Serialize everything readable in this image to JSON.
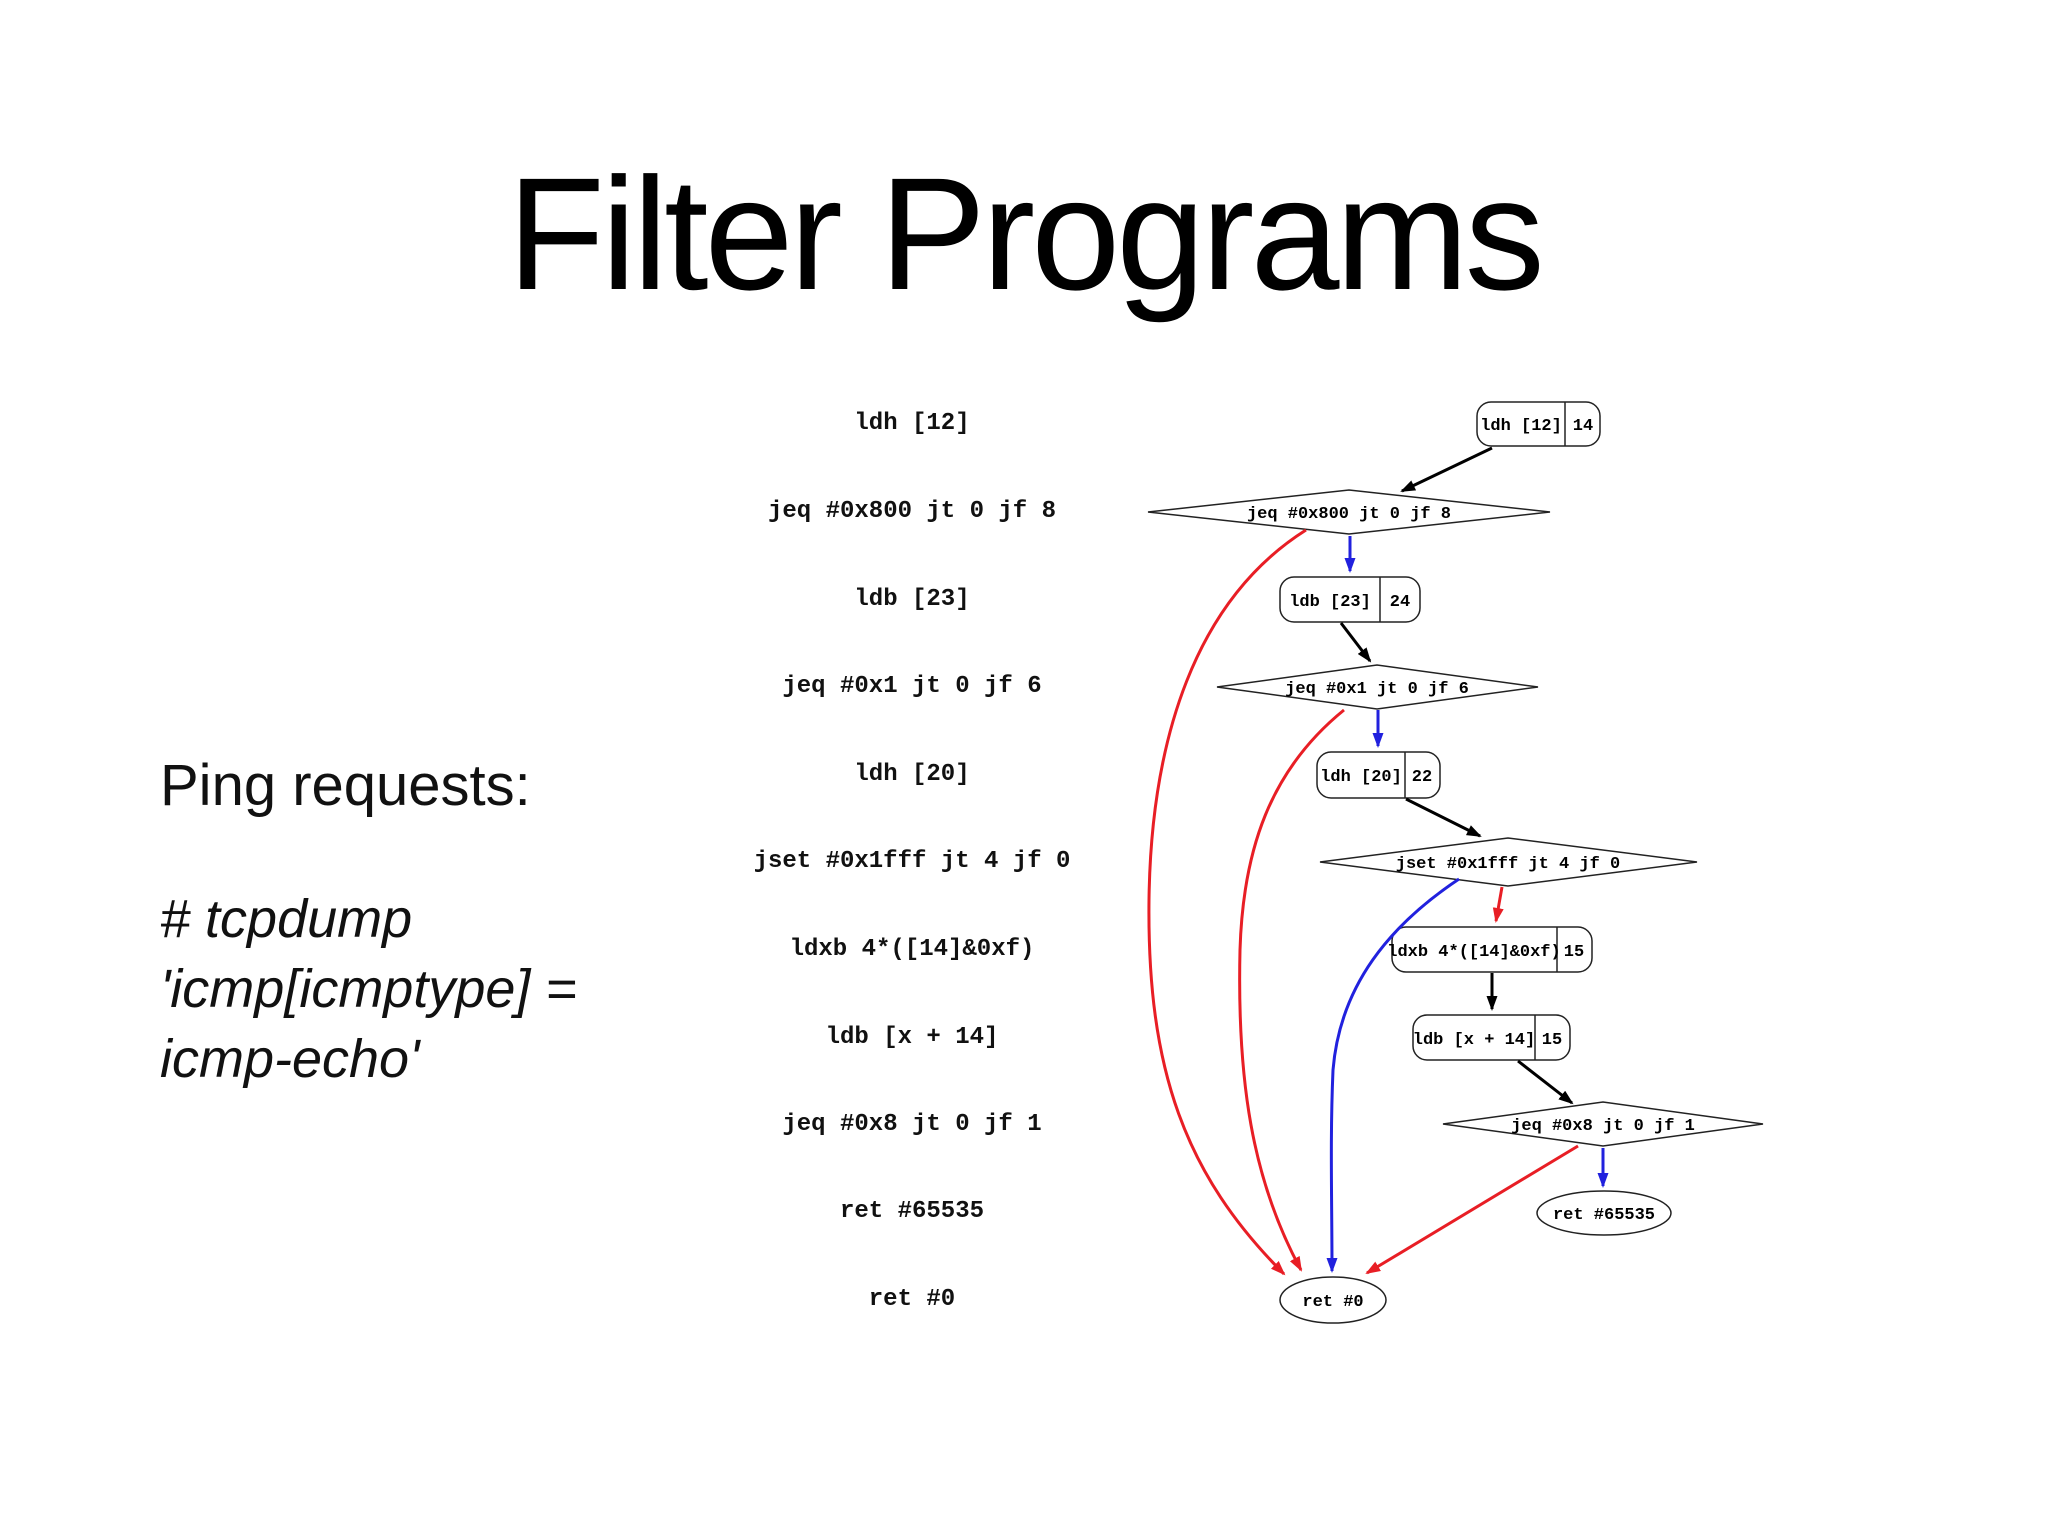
{
  "slide": {
    "title": "Filter Programs",
    "left_heading": "Ping requests:",
    "command_lines": [
      "# tcpdump",
      "'icmp[icmptype] =",
      "icmp-echo'"
    ]
  },
  "instructions": {
    "list": [
      "ldh [12]",
      "jeq #0x800 jt 0 jf 8",
      "ldb [23]",
      "jeq #0x1 jt 0 jf 6",
      "ldh [20]",
      "jset #0x1fff jt 4 jf 0",
      "ldxb 4*([14]&0xf)",
      "ldb [x + 14]",
      "jeq #0x8 jt 0 jf 1",
      "ret #65535",
      "ret #0"
    ]
  },
  "graph": {
    "edge_colors": {
      "sequential": "#000000",
      "jump_true": "#2121de",
      "jump_false": "#e81e25"
    },
    "nodes": [
      {
        "type": "record",
        "label": "ldh [12]",
        "value": "14"
      },
      {
        "type": "diamond",
        "label": "jeq #0x800 jt 0 jf 8"
      },
      {
        "type": "record",
        "label": "ldb [23]",
        "value": "24"
      },
      {
        "type": "diamond",
        "label": "jeq #0x1 jt 0 jf 6"
      },
      {
        "type": "record",
        "label": "ldh [20]",
        "value": "22"
      },
      {
        "type": "diamond",
        "label": "jset #0x1fff jt 4 jf 0"
      },
      {
        "type": "record",
        "label": "ldxb 4*([14]&0xf)",
        "value": "15"
      },
      {
        "type": "record",
        "label": "ldb [x + 14]",
        "value": "15"
      },
      {
        "type": "diamond",
        "label": "jeq #0x8 jt 0 jf 1"
      },
      {
        "type": "ellipse",
        "label": "ret #65535"
      },
      {
        "type": "ellipse",
        "label": "ret #0"
      }
    ],
    "edges": [
      {
        "from": "ldh [12]",
        "to": "jeq #0x800",
        "kind": "sequential"
      },
      {
        "from": "jeq #0x800",
        "to": "ldb [23]",
        "kind": "jump_true"
      },
      {
        "from": "jeq #0x800",
        "to": "ret #0",
        "kind": "jump_false"
      },
      {
        "from": "ldb [23]",
        "to": "jeq #0x1",
        "kind": "sequential"
      },
      {
        "from": "jeq #0x1",
        "to": "ldh [20]",
        "kind": "jump_true"
      },
      {
        "from": "jeq #0x1",
        "to": "ret #0",
        "kind": "jump_false"
      },
      {
        "from": "ldh [20]",
        "to": "jset #0x1fff",
        "kind": "sequential"
      },
      {
        "from": "jset #0x1fff",
        "to": "ret #0",
        "kind": "jump_true"
      },
      {
        "from": "jset #0x1fff",
        "to": "ldxb 4*([14]&0xf)",
        "kind": "jump_false"
      },
      {
        "from": "ldxb 4*([14]&0xf)",
        "to": "ldb [x + 14]",
        "kind": "sequential"
      },
      {
        "from": "ldb [x + 14]",
        "to": "jeq #0x8",
        "kind": "sequential"
      },
      {
        "from": "jeq #0x8",
        "to": "ret #65535",
        "kind": "jump_true"
      },
      {
        "from": "jeq #0x8",
        "to": "ret #0",
        "kind": "jump_false"
      }
    ]
  }
}
